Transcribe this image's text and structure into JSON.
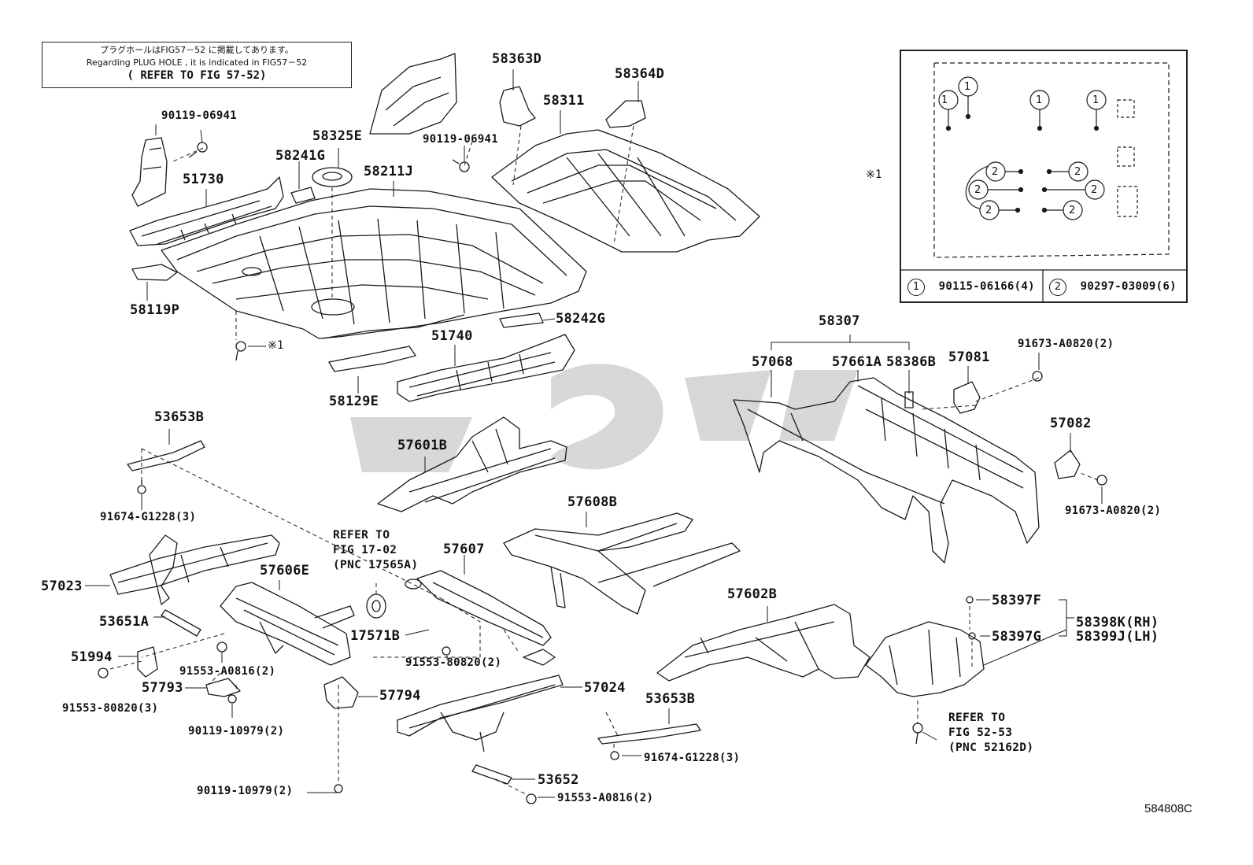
{
  "note": {
    "line1": "プラグホールはFIG57－52 に掲載してあります。",
    "line2": "Regarding  PLUG HOLE  , it is  indicated  in  FIG57－52",
    "line3": "( REFER TO FIG 57-52)"
  },
  "figure_id": "584808C",
  "inset": {
    "marker": "※1",
    "legend": [
      {
        "num": "1",
        "part": "90115-06166(4)"
      },
      {
        "num": "2",
        "part": "90297-03009(6)"
      }
    ]
  },
  "labels": {
    "p90119_06941_a": "90119-06941",
    "p51730": "51730",
    "p58241G": "58241G",
    "p58325E": "58325E",
    "p58211J": "58211J",
    "p58363D": "58363D",
    "p58364D": "58364D",
    "p58311": "58311",
    "p90119_06941_b": "90119-06941",
    "p58119P": "58119P",
    "p_x1": "※1",
    "p58242G": "58242G",
    "p51740": "51740",
    "p58129E": "58129E",
    "p58307": "58307",
    "p57068": "57068",
    "p57661A": "57661A",
    "p58386B": "58386B",
    "p57081": "57081",
    "p91673_a": "91673-A0820(2)",
    "p57082": "57082",
    "p91673_b": "91673-A0820(2)",
    "p53653B_a": "53653B",
    "p57601B": "57601B",
    "p91674_a": "91674-G1228(3)",
    "p57608B": "57608B",
    "p57023": "57023",
    "p57606E": "57606E",
    "p57607": "57607",
    "p53651A": "53651A",
    "p17571B": "17571B",
    "p51994": "51994",
    "p91553_A0816_a": "91553-A0816(2)",
    "p91553_80820_a": "91553-80820(2)",
    "p91553_80820_b": "91553-80820(3)",
    "p57793": "57793",
    "p57794": "57794",
    "p90119_10979_a": "90119-10979(2)",
    "p57024": "57024",
    "p53653B_b": "53653B",
    "p91674_b": "91674-G1228(3)",
    "p90119_10979_b": "90119-10979(2)",
    "p53652": "53652",
    "p91553_A0816_b": "91553-A0816(2)",
    "p57602B": "57602B",
    "p58397F": "58397F",
    "p58397G": "58397G",
    "p58398K": "58398K(RH)",
    "p58399J": "58399J(LH)"
  },
  "refs": {
    "ref17_l1": "REFER TO",
    "ref17_l2": "FIG 17-02",
    "ref17_l3": "(PNC 17565A)",
    "ref52_l1": "REFER TO",
    "ref52_l2": "FIG 52-53",
    "ref52_l3": "(PNC 52162D)"
  }
}
